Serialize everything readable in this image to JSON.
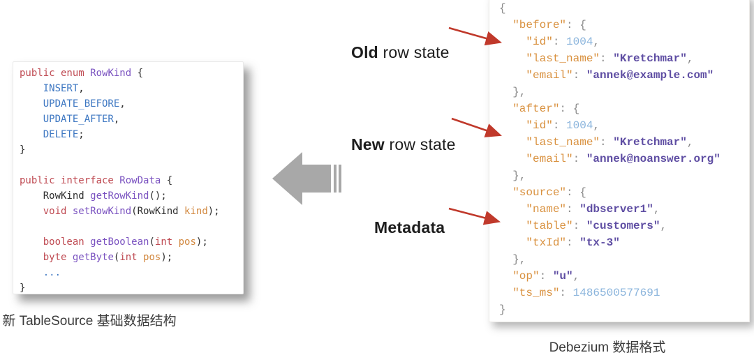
{
  "labels": {
    "old_row": {
      "bold": "Old",
      "rest": " row state"
    },
    "new_row": {
      "bold": "New",
      "rest": " row state"
    },
    "metadata": {
      "bold": "Metadata",
      "rest": ""
    }
  },
  "captions": {
    "code_panel": "新 TableSource 基础数据结构",
    "json_panel": "Debezium 数据格式"
  },
  "colors": {
    "red_annotation_arrow": "#c0392b",
    "gray_block_arrow": "#a8a8a8",
    "java_keyword": "#bf4a52",
    "java_type": "#7a52c0",
    "java_constant": "#3d77c2",
    "java_param": "#d2883f",
    "json_key": "#d9913f",
    "json_string": "#5f4ea3",
    "json_number": "#8ab4dc",
    "json_punct": "#8c8c8c"
  },
  "code_panel": {
    "language": "java",
    "lines": [
      [
        {
          "t": "public enum ",
          "c": "kw"
        },
        {
          "t": "RowKind ",
          "c": "type"
        },
        {
          "t": "{",
          "c": "pln"
        }
      ],
      [
        {
          "t": "    ",
          "c": "pln"
        },
        {
          "t": "INSERT",
          "c": "const"
        },
        {
          "t": ",",
          "c": "pln"
        }
      ],
      [
        {
          "t": "    ",
          "c": "pln"
        },
        {
          "t": "UPDATE_BEFORE",
          "c": "const"
        },
        {
          "t": ",",
          "c": "pln"
        }
      ],
      [
        {
          "t": "    ",
          "c": "pln"
        },
        {
          "t": "UPDATE_AFTER",
          "c": "const"
        },
        {
          "t": ",",
          "c": "pln"
        }
      ],
      [
        {
          "t": "    ",
          "c": "pln"
        },
        {
          "t": "DELETE",
          "c": "const"
        },
        {
          "t": ";",
          "c": "pln"
        }
      ],
      [
        {
          "t": "}",
          "c": "pln"
        }
      ],
      [],
      [
        {
          "t": "public interface ",
          "c": "kw"
        },
        {
          "t": "RowData ",
          "c": "type"
        },
        {
          "t": "{",
          "c": "pln"
        }
      ],
      [
        {
          "t": "    RowKind ",
          "c": "pln"
        },
        {
          "t": "getRowKind",
          "c": "fn"
        },
        {
          "t": "();",
          "c": "pln"
        }
      ],
      [
        {
          "t": "    ",
          "c": "pln"
        },
        {
          "t": "void ",
          "c": "kw"
        },
        {
          "t": "setRowKind",
          "c": "fn"
        },
        {
          "t": "(RowKind ",
          "c": "pln"
        },
        {
          "t": "kind",
          "c": "param"
        },
        {
          "t": ");",
          "c": "pln"
        }
      ],
      [],
      [
        {
          "t": "    ",
          "c": "pln"
        },
        {
          "t": "boolean ",
          "c": "kw"
        },
        {
          "t": "getBoolean",
          "c": "fn"
        },
        {
          "t": "(",
          "c": "pln"
        },
        {
          "t": "int ",
          "c": "kw"
        },
        {
          "t": "pos",
          "c": "param"
        },
        {
          "t": ");",
          "c": "pln"
        }
      ],
      [
        {
          "t": "    ",
          "c": "pln"
        },
        {
          "t": "byte ",
          "c": "kw"
        },
        {
          "t": "getByte",
          "c": "fn"
        },
        {
          "t": "(",
          "c": "pln"
        },
        {
          "t": "int ",
          "c": "kw"
        },
        {
          "t": "pos",
          "c": "param"
        },
        {
          "t": ");",
          "c": "pln"
        }
      ],
      [
        {
          "t": "    ",
          "c": "pln"
        },
        {
          "t": "...",
          "c": "const"
        }
      ],
      [
        {
          "t": "}",
          "c": "pln"
        }
      ]
    ]
  },
  "json_panel": {
    "language": "json",
    "lines": [
      [
        {
          "t": "{",
          "c": "pct"
        }
      ],
      [
        {
          "t": "  ",
          "c": "pct"
        },
        {
          "t": "\"before\"",
          "c": "key"
        },
        {
          "t": ": ",
          "c": "pct"
        },
        {
          "t": "{",
          "c": "pct"
        }
      ],
      [
        {
          "t": "    ",
          "c": "pct"
        },
        {
          "t": "\"id\"",
          "c": "key"
        },
        {
          "t": ": ",
          "c": "pct"
        },
        {
          "t": "1004",
          "c": "num"
        },
        {
          "t": ",",
          "c": "pct"
        }
      ],
      [
        {
          "t": "    ",
          "c": "pct"
        },
        {
          "t": "\"last_name\"",
          "c": "key"
        },
        {
          "t": ": ",
          "c": "pct"
        },
        {
          "t": "\"Kretchmar\"",
          "c": "str"
        },
        {
          "t": ",",
          "c": "pct"
        }
      ],
      [
        {
          "t": "    ",
          "c": "pct"
        },
        {
          "t": "\"email\"",
          "c": "key"
        },
        {
          "t": ": ",
          "c": "pct"
        },
        {
          "t": "\"annek@example.com\"",
          "c": "str"
        }
      ],
      [
        {
          "t": "  },",
          "c": "pct"
        }
      ],
      [
        {
          "t": "  ",
          "c": "pct"
        },
        {
          "t": "\"after\"",
          "c": "key"
        },
        {
          "t": ": ",
          "c": "pct"
        },
        {
          "t": "{",
          "c": "pct"
        }
      ],
      [
        {
          "t": "    ",
          "c": "pct"
        },
        {
          "t": "\"id\"",
          "c": "key"
        },
        {
          "t": ": ",
          "c": "pct"
        },
        {
          "t": "1004",
          "c": "num"
        },
        {
          "t": ",",
          "c": "pct"
        }
      ],
      [
        {
          "t": "    ",
          "c": "pct"
        },
        {
          "t": "\"last_name\"",
          "c": "key"
        },
        {
          "t": ": ",
          "c": "pct"
        },
        {
          "t": "\"Kretchmar\"",
          "c": "str"
        },
        {
          "t": ",",
          "c": "pct"
        }
      ],
      [
        {
          "t": "    ",
          "c": "pct"
        },
        {
          "t": "\"email\"",
          "c": "key"
        },
        {
          "t": ": ",
          "c": "pct"
        },
        {
          "t": "\"annek@noanswer.org\"",
          "c": "str"
        }
      ],
      [
        {
          "t": "  },",
          "c": "pct"
        }
      ],
      [
        {
          "t": "  ",
          "c": "pct"
        },
        {
          "t": "\"source\"",
          "c": "key"
        },
        {
          "t": ": ",
          "c": "pct"
        },
        {
          "t": "{",
          "c": "pct"
        }
      ],
      [
        {
          "t": "    ",
          "c": "pct"
        },
        {
          "t": "\"name\"",
          "c": "key"
        },
        {
          "t": ": ",
          "c": "pct"
        },
        {
          "t": "\"dbserver1\"",
          "c": "str"
        },
        {
          "t": ",",
          "c": "pct"
        }
      ],
      [
        {
          "t": "    ",
          "c": "pct"
        },
        {
          "t": "\"table\"",
          "c": "key"
        },
        {
          "t": ": ",
          "c": "pct"
        },
        {
          "t": "\"customers\"",
          "c": "str"
        },
        {
          "t": ",",
          "c": "pct"
        }
      ],
      [
        {
          "t": "    ",
          "c": "pct"
        },
        {
          "t": "\"txId\"",
          "c": "key"
        },
        {
          "t": ": ",
          "c": "pct"
        },
        {
          "t": "\"tx-3\"",
          "c": "str"
        }
      ],
      [
        {
          "t": "  },",
          "c": "pct"
        }
      ],
      [
        {
          "t": "  ",
          "c": "pct"
        },
        {
          "t": "\"op\"",
          "c": "key"
        },
        {
          "t": ": ",
          "c": "pct"
        },
        {
          "t": "\"u\"",
          "c": "str"
        },
        {
          "t": ",",
          "c": "pct"
        }
      ],
      [
        {
          "t": "  ",
          "c": "pct"
        },
        {
          "t": "\"ts_ms\"",
          "c": "key"
        },
        {
          "t": ": ",
          "c": "pct"
        },
        {
          "t": "1486500577691",
          "c": "num"
        }
      ],
      [
        {
          "t": "}",
          "c": "pct"
        }
      ]
    ]
  }
}
